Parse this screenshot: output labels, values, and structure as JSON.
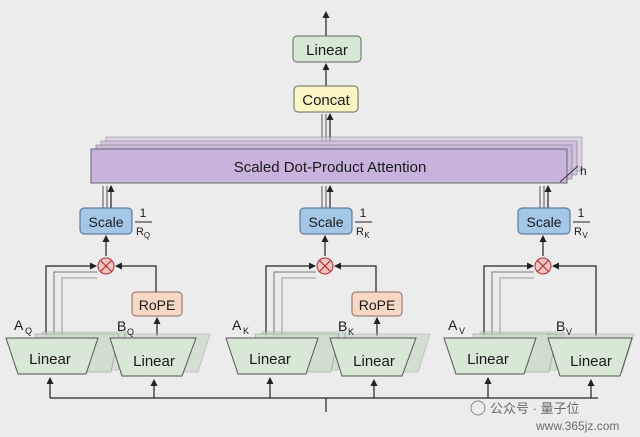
{
  "diagram": {
    "top_linear": "Linear",
    "concat": "Concat",
    "attention": "Scaled Dot-Product Attention",
    "head_count": "h",
    "heads": [
      {
        "id": "q",
        "scale_label": "Scale",
        "frac_num": "1",
        "frac_den": "R",
        "frac_den_sub": "Q",
        "rope": "RoPE",
        "a_label": "A",
        "a_sub": "Q",
        "b_label": "B",
        "b_sub": "Q",
        "a_linear": "Linear",
        "b_linear": "Linear"
      },
      {
        "id": "k",
        "scale_label": "Scale",
        "frac_num": "1",
        "frac_den": "R",
        "frac_den_sub": "K",
        "rope": "RoPE",
        "a_label": "A",
        "a_sub": "K",
        "b_label": "B",
        "b_sub": "K",
        "a_linear": "Linear",
        "b_linear": "Linear"
      },
      {
        "id": "v",
        "scale_label": "Scale",
        "frac_num": "1",
        "frac_den": "R",
        "frac_den_sub": "V",
        "a_label": "A",
        "a_sub": "V",
        "b_label": "B",
        "b_sub": "V",
        "a_linear": "Linear",
        "b_linear": "Linear"
      }
    ]
  },
  "watermark": {
    "line1": "公众号 · 量子位",
    "line2": "www.365jz.com"
  },
  "colors": {
    "linear_fill": "#d7e8d4",
    "concat_fill": "#fbf5c4",
    "attention_fill": "#c9b2dc",
    "scale_fill": "#a4c7e8",
    "rope_fill": "#f7d8c4"
  }
}
